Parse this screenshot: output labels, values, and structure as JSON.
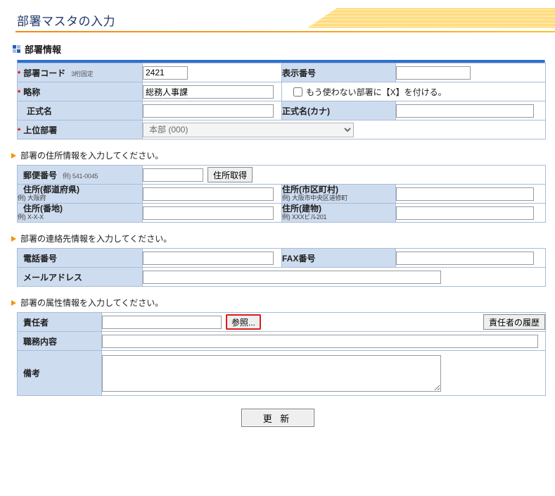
{
  "header": {
    "title": "部署マスタの入力"
  },
  "section": {
    "title": "部署情報"
  },
  "basic": {
    "dept_code_label": "部署コード",
    "dept_code_hint": "3桁固定",
    "dept_code_value": "2421",
    "display_no_label": "表示番号",
    "display_no_value": "",
    "abbr_label": "略称",
    "abbr_value": "総務人事課",
    "unused_checkbox_label": "もう使わない部署に【X】を付ける。",
    "unused_checked": false,
    "official_name_label": "正式名",
    "official_name_value": "",
    "official_kana_label": "正式名(カナ)",
    "official_kana_value": "",
    "parent_dept_label": "上位部署",
    "parent_dept_selected": "本部 (000)",
    "parent_dept_options": [
      "本部 (000)"
    ]
  },
  "address": {
    "prompt": "部署の住所情報を入力してください。",
    "zip_label": "郵便番号",
    "zip_hint": "例) 541-0045",
    "zip_value": "",
    "zip_button": "住所取得",
    "pref_label": "住所(都道府県)",
    "pref_hint": "例) 大阪府",
    "pref_value": "",
    "city_label": "住所(市区町村)",
    "city_hint": "例) 大阪市中央区道修町",
    "city_value": "",
    "banchi_label": "住所(番地)",
    "banchi_hint": "例) X-X-X",
    "banchi_value": "",
    "building_label": "住所(建物)",
    "building_hint": "例) XXXビル201",
    "building_value": ""
  },
  "contact": {
    "prompt": "部署の連絡先情報を入力してください。",
    "tel_label": "電話番号",
    "tel_value": "",
    "fax_label": "FAX番号",
    "fax_value": "",
    "mail_label": "メールアドレス",
    "mail_value": ""
  },
  "attributes": {
    "prompt": "部署の属性情報を入力してください。",
    "manager_label": "責任者",
    "manager_value": "",
    "browse_button": "参照...",
    "history_button": "責任者の履歴",
    "duty_label": "職務内容",
    "duty_value": "",
    "memo_label": "備考",
    "memo_value": ""
  },
  "footer": {
    "update_button": "更 新"
  },
  "colors": {
    "accent_orange": "#f29400",
    "header_blue": "#21386b",
    "label_bg": "#cedcf0",
    "table_topbar": "#2f6fd0",
    "required_red": "#e00000",
    "highlight_red": "#e01b1b"
  }
}
